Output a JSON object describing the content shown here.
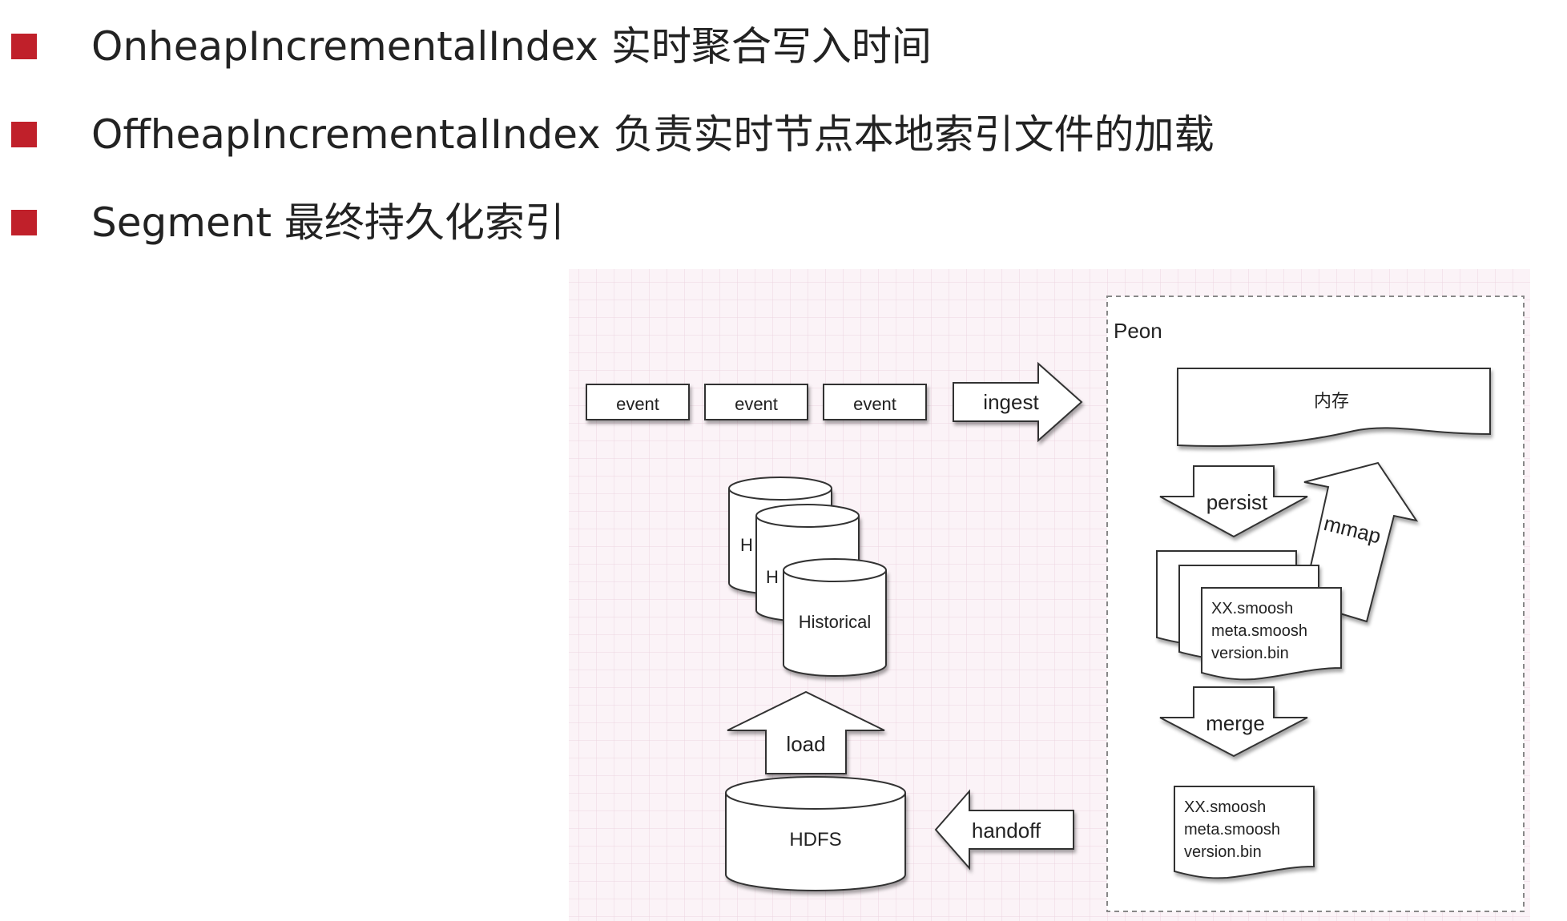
{
  "bullets": [
    {
      "text": "OnheapIncrementalIndex 实时聚合写入时间"
    },
    {
      "text": "OffheapIncrementalIndex 负责实时节点本地索引文件的加载"
    },
    {
      "text": "Segment 最终持久化索引"
    }
  ],
  "colors": {
    "bullet": "#c0202a"
  },
  "diagram": {
    "events": [
      "event",
      "event",
      "event"
    ],
    "ingest": "ingest",
    "peon": "Peon",
    "memory": "内存",
    "persist": "persist",
    "mmap": "mmap",
    "smoosh_files": [
      "XX.smoosh",
      "meta.smoosh",
      "version.bin"
    ],
    "merge": "merge",
    "merged_files": [
      "XX.smoosh",
      "meta.smoosh",
      "version.bin"
    ],
    "historical_partial_1": "H",
    "historical_partial_2": "H",
    "historical": "Historical",
    "load": "load",
    "hdfs": "HDFS",
    "handoff": "handoff"
  }
}
